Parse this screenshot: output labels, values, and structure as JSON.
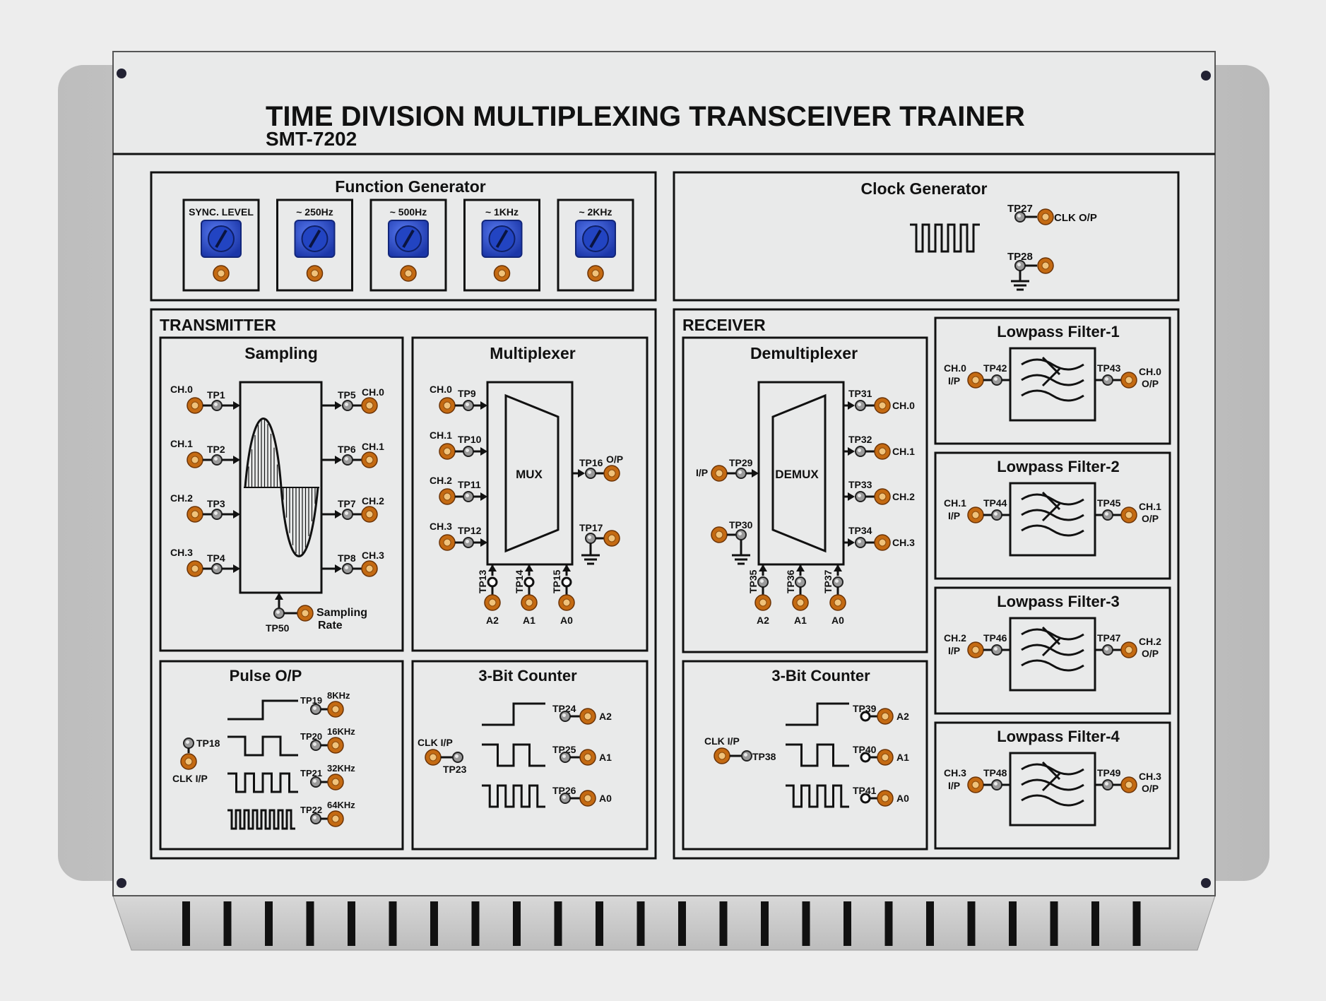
{
  "header": {
    "title": "TIME DIVISION MULTIPLEXING TRANSCEIVER TRAINER",
    "model": "SMT-7202"
  },
  "function_generator": {
    "title": "Function Generator",
    "knobs": [
      "SYNC. LEVEL",
      "~ 250Hz",
      "~ 500Hz",
      "~ 1KHz",
      "~ 2KHz"
    ]
  },
  "clock_generator": {
    "title": "Clock Generator",
    "tp27": "TP27",
    "clk_out": "CLK O/P",
    "tp28": "TP28"
  },
  "transmitter": {
    "title": "TRANSMITTER",
    "sampling": {
      "title": "Sampling",
      "in_channels": [
        "CH.0",
        "CH.1",
        "CH.2",
        "CH.3"
      ],
      "in_tps": [
        "TP1",
        "TP2",
        "TP3",
        "TP4"
      ],
      "out_tps": [
        "TP5",
        "TP6",
        "TP7",
        "TP8"
      ],
      "out_channels": [
        "CH.0",
        "CH.1",
        "CH.2",
        "CH.3"
      ],
      "rate_tp": "TP50",
      "rate_label_1": "Sampling",
      "rate_label_2": "Rate"
    },
    "multiplexer": {
      "title": "Multiplexer",
      "in_channels": [
        "CH.0",
        "CH.1",
        "CH.2",
        "CH.3"
      ],
      "in_tps": [
        "TP9",
        "TP10",
        "TP11",
        "TP12"
      ],
      "block": "MUX",
      "out_tp": "TP16",
      "out_label": "O/P",
      "gnd_tp": "TP17",
      "sel_tps": [
        "TP13",
        "TP14",
        "TP15"
      ],
      "sel_labels": [
        "A2",
        "A1",
        "A0"
      ]
    },
    "pulse": {
      "title": "Pulse O/P",
      "in_tp": "TP18",
      "in_label": "CLK I/P",
      "out_tps": [
        "TP19",
        "TP20",
        "TP21",
        "TP22"
      ],
      "freqs": [
        "8KHz",
        "16KHz",
        "32KHz",
        "64KHz"
      ]
    },
    "counter": {
      "title": "3-Bit Counter",
      "in_label": "CLK I/P",
      "in_tp": "TP23",
      "out_tps": [
        "TP24",
        "TP25",
        "TP26"
      ],
      "out_labels": [
        "A2",
        "A1",
        "A0"
      ]
    }
  },
  "receiver": {
    "title": "RECEIVER",
    "demux": {
      "title": "Demultiplexer",
      "in_label": "I/P",
      "in_tp": "TP29",
      "gnd_tp": "TP30",
      "block": "DEMUX",
      "out_tps": [
        "TP31",
        "TP32",
        "TP33",
        "TP34"
      ],
      "out_channels": [
        "CH.0",
        "CH.1",
        "CH.2",
        "CH.3"
      ],
      "sel_tps": [
        "TP35",
        "TP36",
        "TP37"
      ],
      "sel_labels": [
        "A2",
        "A1",
        "A0"
      ]
    },
    "counter": {
      "title": "3-Bit Counter",
      "in_label": "CLK I/P",
      "in_tp": "TP38",
      "out_tps": [
        "TP39",
        "TP40",
        "TP41"
      ],
      "out_labels": [
        "A2",
        "A1",
        "A0"
      ]
    },
    "filters": [
      {
        "title": "Lowpass Filter-1",
        "in_ch": "CH.0",
        "in_io": "I/P",
        "in_tp": "TP42",
        "out_tp": "TP43",
        "out_ch": "CH.0",
        "out_io": "O/P"
      },
      {
        "title": "Lowpass Filter-2",
        "in_ch": "CH.1",
        "in_io": "I/P",
        "in_tp": "TP44",
        "out_tp": "TP45",
        "out_ch": "CH.1",
        "out_io": "O/P"
      },
      {
        "title": "Lowpass Filter-3",
        "in_ch": "CH.2",
        "in_io": "I/P",
        "in_tp": "TP46",
        "out_tp": "TP47",
        "out_ch": "CH.2",
        "out_io": "O/P"
      },
      {
        "title": "Lowpass Filter-4",
        "in_ch": "CH.3",
        "in_io": "I/P",
        "in_tp": "TP48",
        "out_tp": "TP49",
        "out_ch": "CH.3",
        "out_io": "O/P"
      }
    ]
  }
}
